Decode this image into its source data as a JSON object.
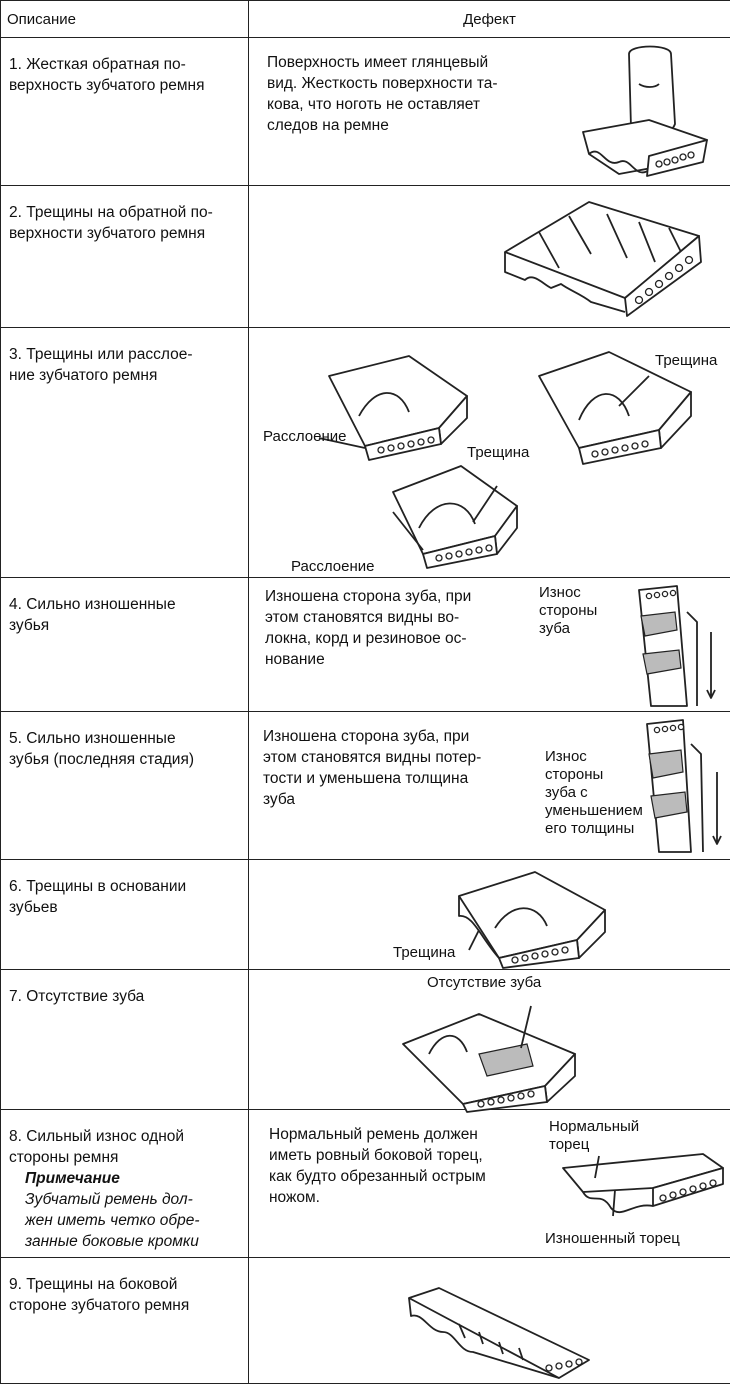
{
  "header": {
    "col1": "Описание",
    "col2": "Дефект"
  },
  "rows": [
    {
      "desc": [
        "1. Жесткая обратная по-",
        "верхность зубчатого ремня"
      ],
      "text": [
        "Поверхность имеет глянцевый",
        "вид. Жесткость поверхности та-",
        "кова, что ноготь не оставляет",
        "следов на ремне"
      ]
    },
    {
      "desc": [
        "2. Трещины на обратной по-",
        "верхности зубчатого ремня"
      ]
    },
    {
      "desc": [
        "3. Трещины или расслое-",
        "ние зубчатого ремня"
      ],
      "labels": {
        "l1": "Расслоение",
        "l2": "Трещина",
        "l3": "Трещина",
        "l4": "Расслоение"
      }
    },
    {
      "desc": [
        "4. Сильно изношенные",
        "зубья"
      ],
      "text": [
        "Изношена сторона зуба, при",
        "этом становятся видны во-",
        "локна, корд и резиновое ос-",
        "нование"
      ],
      "labels": {
        "l1": [
          "Износ",
          "стороны",
          "зуба"
        ]
      }
    },
    {
      "desc": [
        "5. Сильно изношенные",
        "зубья (последняя стадия)"
      ],
      "text": [
        "Изношена сторона зуба, при",
        "этом становятся видны потер-",
        "тости и уменьшена толщина",
        "зуба"
      ],
      "labels": {
        "l1": [
          "Износ",
          "стороны",
          "зуба с",
          "уменьшением",
          "его толщины"
        ]
      }
    },
    {
      "desc": [
        "6. Трещины в основании",
        "зубьев"
      ],
      "labels": {
        "l1": "Трещина"
      }
    },
    {
      "desc": [
        "7. Отсутствие зуба"
      ],
      "labels": {
        "l1": "Отсутствие зуба"
      }
    },
    {
      "desc": [
        "8. Сильный износ одной",
        "стороны ремня"
      ],
      "note_title": "Примечание",
      "note": [
        "Зубчатый ремень дол-",
        "жен иметь четко обре-",
        "занные боковые кромки"
      ],
      "text": [
        "Нормальный ремень должен",
        "иметь ровный боковой торец,",
        "как будто обрезанный острым",
        "ножом."
      ],
      "labels": {
        "l1": [
          "Нормальный",
          "торец"
        ],
        "l2": "Изношенный торец"
      }
    },
    {
      "desc": [
        "9. Трещины на боковой",
        "стороне зубчатого ремня"
      ]
    }
  ]
}
